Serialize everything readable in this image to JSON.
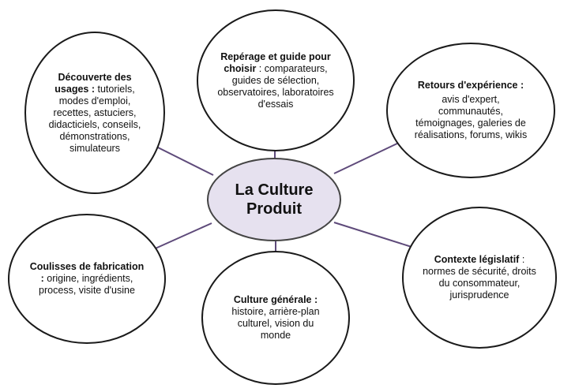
{
  "center": {
    "line1": "La Culture",
    "line2": "Produit",
    "fill": "#e6e1ef"
  },
  "nodes": {
    "reperage": {
      "heading": "Repérage et guide pour choisir",
      "body": " : comparateurs, guides de sélection, observatoires, laboratoires d'essais"
    },
    "decouverte": {
      "heading": "Découverte des usages :",
      "body": " tutoriels, modes d'emploi, recettes, astuciers, didacticiels, conseils, démonstrations, simulateurs"
    },
    "retours": {
      "heading": "Retours d'expérience :",
      "body": "avis d'expert, communautés, témoignages, galeries de réalisations, forums, wikis"
    },
    "contexte": {
      "heading": "Contexte législatif",
      "body": " : normes de sécurité, droits du consommateur, jurisprudence"
    },
    "coulisses": {
      "heading": "Coulisses de fabrication :",
      "body": " origine, ingrédients, process, visite d'usine"
    },
    "culture_generale": {
      "heading": "Culture générale :",
      "body": "histoire, arrière-plan culturel, vision du monde"
    }
  },
  "connector_color": "#5e4a7a"
}
